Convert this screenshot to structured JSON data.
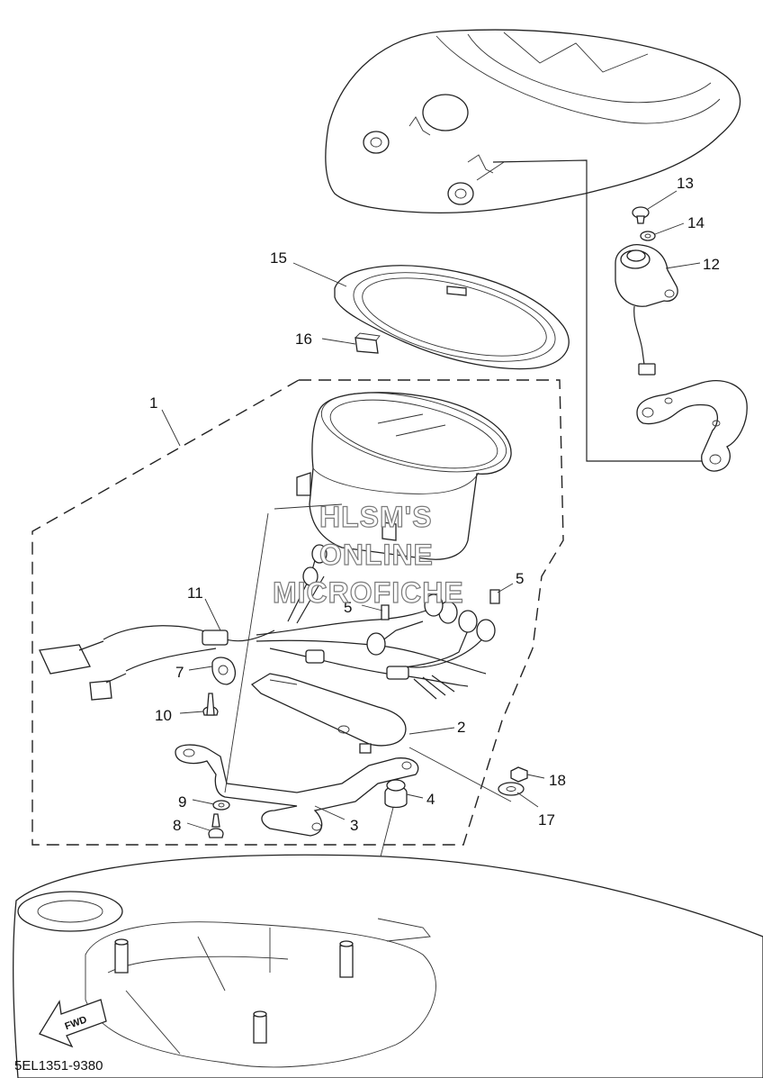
{
  "callouts": [
    {
      "id": "1",
      "label": "1"
    },
    {
      "id": "2",
      "label": "2"
    },
    {
      "id": "3",
      "label": "3"
    },
    {
      "id": "4",
      "label": "4"
    },
    {
      "id": "5a",
      "label": "5"
    },
    {
      "id": "5b",
      "label": "5"
    },
    {
      "id": "7",
      "label": "7"
    },
    {
      "id": "8",
      "label": "8"
    },
    {
      "id": "9",
      "label": "9"
    },
    {
      "id": "10",
      "label": "10"
    },
    {
      "id": "11",
      "label": "11"
    },
    {
      "id": "12",
      "label": "12"
    },
    {
      "id": "13",
      "label": "13"
    },
    {
      "id": "14",
      "label": "14"
    },
    {
      "id": "15",
      "label": "15"
    },
    {
      "id": "16",
      "label": "16"
    },
    {
      "id": "17",
      "label": "17"
    },
    {
      "id": "18",
      "label": "18"
    }
  ],
  "watermark": {
    "line1": "HLSM'S",
    "line2": "ONLINE",
    "line3": "MICROFICHE"
  },
  "direction_label": "FWD",
  "diagram_code": "5EL1351-9380"
}
